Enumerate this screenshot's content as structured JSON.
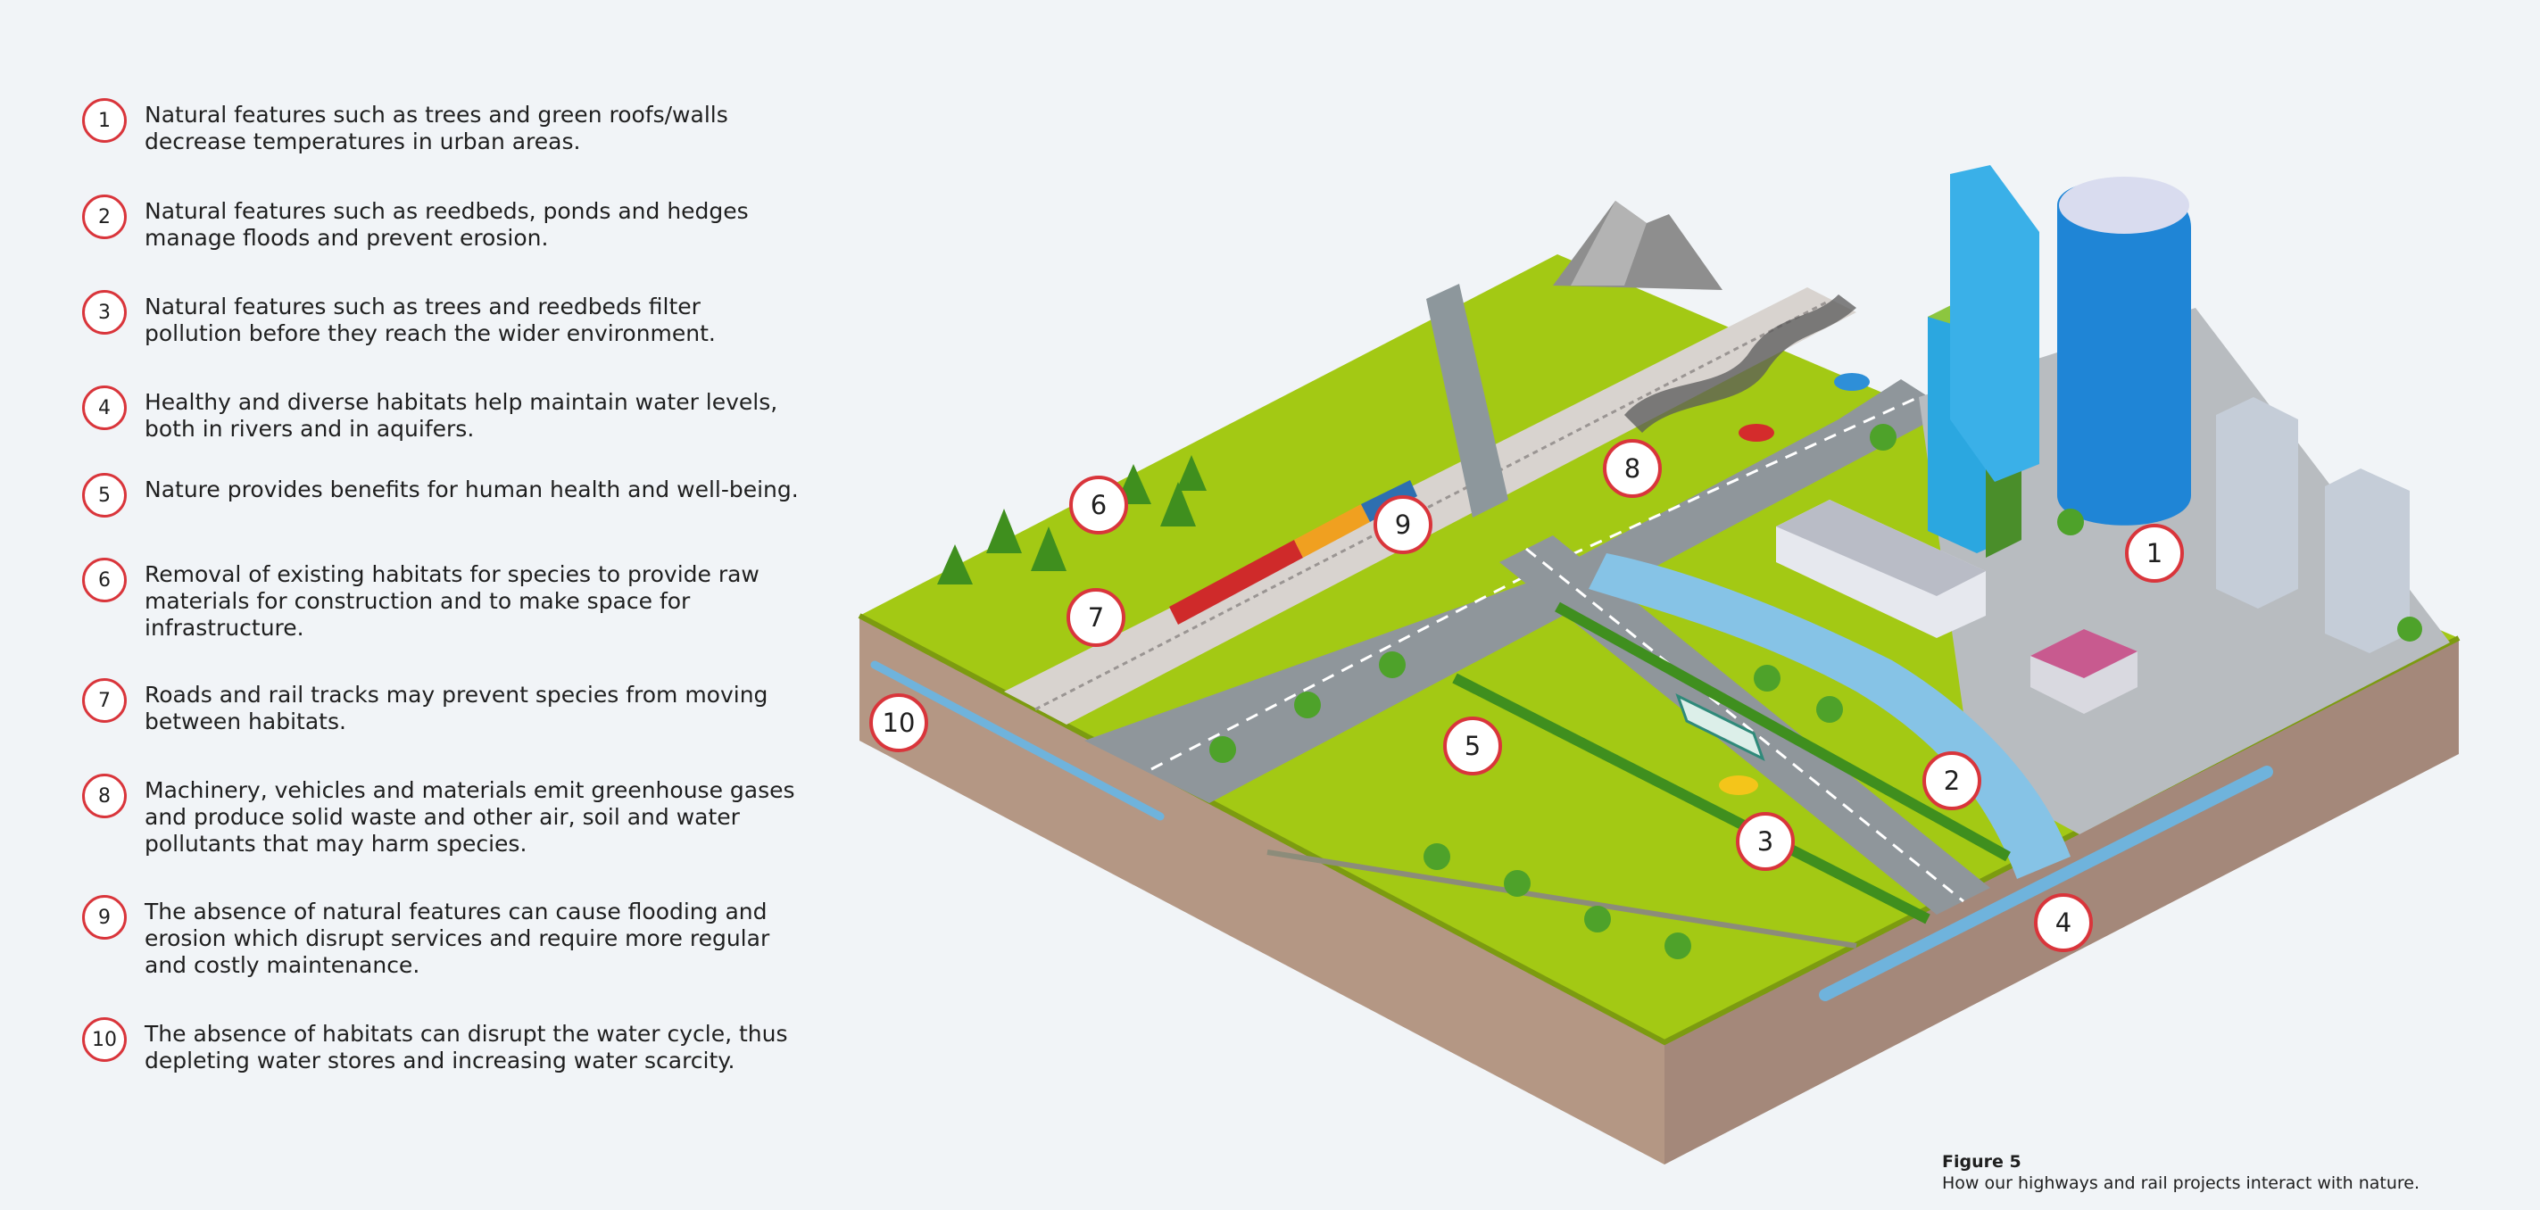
{
  "legend": {
    "items": [
      {
        "number": "1",
        "text": "Natural features such as trees and green roofs/walls\ndecrease temperatures in urban areas."
      },
      {
        "number": "2",
        "text": "Natural features such as reedbeds, ponds and hedges\nmanage floods and prevent erosion."
      },
      {
        "number": "3",
        "text": "Natural features such as trees and reedbeds filter\npollution before they reach the wider environment."
      },
      {
        "number": "4",
        "text": "Healthy and diverse habitats help maintain water levels,\nboth in rivers and in aquifers."
      },
      {
        "number": "5",
        "text": "Nature provides benefits for human health and well-being."
      },
      {
        "number": "6",
        "text": "Removal of existing habitats for species to provide raw\nmaterials for construction and to make space for\ninfrastructure."
      },
      {
        "number": "7",
        "text": "Roads and rail tracks may prevent species from moving\nbetween habitats."
      },
      {
        "number": "8",
        "text": "Machinery, vehicles and materials emit greenhouse gases\nand produce solid waste and other air, soil and water\npollutants that may harm species."
      },
      {
        "number": "9",
        "text": "The absence of natural features can cause flooding and\nerosion which disrupt services and require more regular\nand costly maintenance."
      },
      {
        "number": "10",
        "text": "The absence of habitats can disrupt the water cycle, thus\ndepleting water stores and increasing water scarcity."
      }
    ]
  },
  "markers": [
    "1",
    "2",
    "3",
    "4",
    "5",
    "6",
    "7",
    "8",
    "9",
    "10"
  ],
  "caption": {
    "title": "Figure 5",
    "text": "How our highways and rail projects interact with nature."
  },
  "colors": {
    "accent_red": "#d9353b",
    "grass": "#9fc70f",
    "soil": "#b09382",
    "water": "#7fbde0",
    "road": "#8b9297",
    "building_blue": "#1f85d6"
  }
}
